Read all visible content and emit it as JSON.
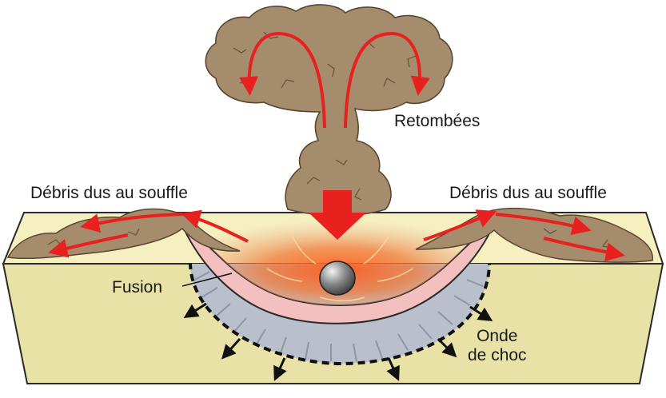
{
  "labels": {
    "fallout": "Retombées",
    "blast_debris_left": "Débris dus au souffle",
    "blast_debris_right": "Débris dus au souffle",
    "melt": "Fusion",
    "shock_wave_line1": "Onde",
    "shock_wave_line2": "de choc"
  },
  "colors": {
    "ground_side": "#e8e2a6",
    "ground_top": "#f6efc0",
    "cloud": "#a58c6c",
    "cloud_crack": "#5a4630",
    "arrow": "#e8211e",
    "melt_zone": "#f3c0bf",
    "shock_zone": "#b9bfcb",
    "impactor": "#6f6f6f"
  }
}
